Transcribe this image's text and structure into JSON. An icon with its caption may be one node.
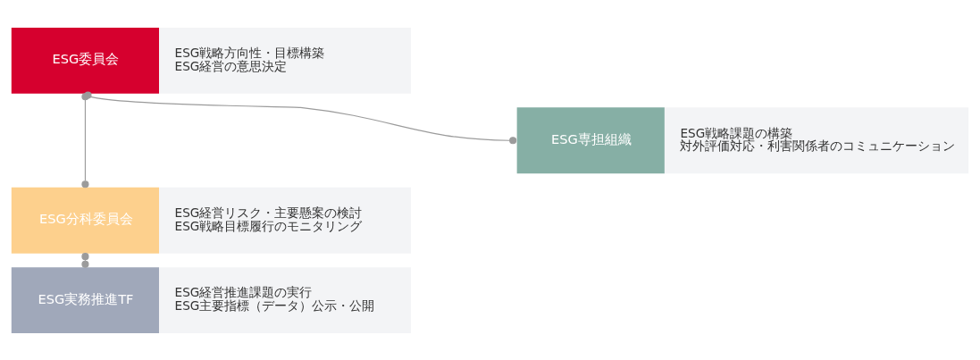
{
  "diagram": {
    "nodes": [
      {
        "text": [
          "ESG委員会",
          "ESG戦略方向性・目標構築",
          "ESG経営の意思決定"
        ]
      },
      {
        "text": [
          "ESG専担組織",
          "ESG戦略課題の構築",
          "対外評価対応・利害関係者のコミュニケーション"
        ]
      },
      {
        "text": [
          "ESG分科委員会",
          "ESG経営リスク・主要懸案の検討",
          "ESG戦略目標履行のモニタリング"
        ]
      },
      {
        "text": [
          "ESG実務推進TF",
          "ESG経営推進課題の実行",
          "ESG主要指標（データ）公示・公開"
        ]
      }
    ],
    "edges": [
      {
        "from": 0,
        "to": 2,
        "arrow": "other"
      },
      {
        "from": 0,
        "to": 1,
        "arrow": "other"
      },
      {
        "from": 2,
        "to": 3,
        "arrow": "other"
      }
    ]
  }
}
